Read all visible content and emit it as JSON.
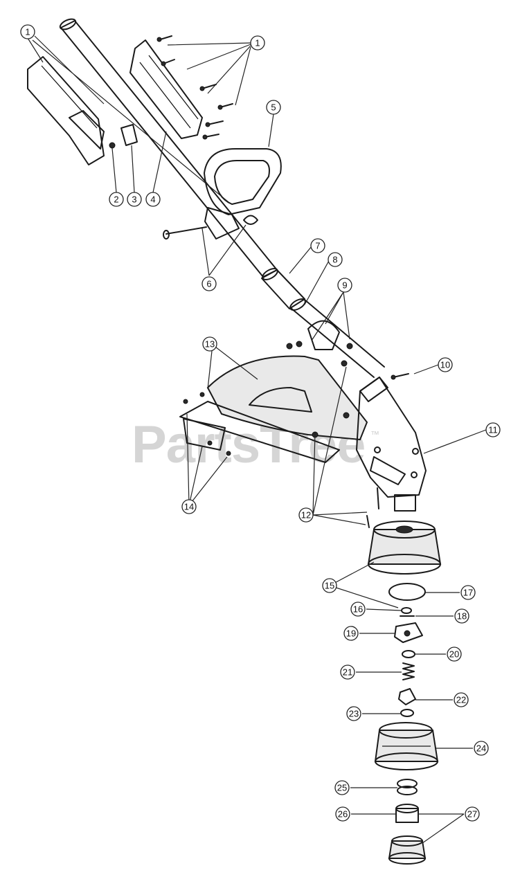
{
  "watermark": {
    "text": "PartsTree",
    "trademark": "™"
  },
  "callouts": [
    "1",
    "2",
    "3",
    "4",
    "5",
    "6",
    "7",
    "8",
    "9",
    "10",
    "11",
    "12",
    "13",
    "14",
    "15",
    "16",
    "17",
    "18",
    "19",
    "20",
    "21",
    "22",
    "23",
    "24",
    "25",
    "26",
    "27"
  ]
}
